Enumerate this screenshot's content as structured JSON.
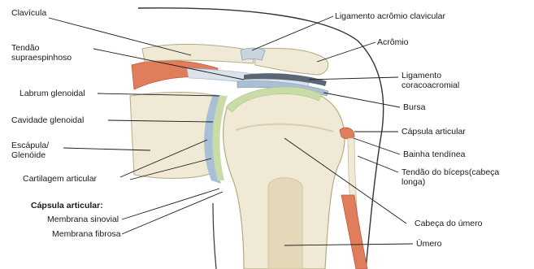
{
  "labels": {
    "clavicula": "Clavícula",
    "tendao_supra_1": "Tendão",
    "tendao_supra_2": "supraespinhoso",
    "labrum": "Labrum glenoidal",
    "cavidade": "Cavidade glenoidal",
    "escapula_1": "Escápula/",
    "escapula_2": "Glenóide",
    "cartilagem": "Cartilagem articular",
    "capsula_header": "Cápsula articular:",
    "membrana_sinovial": "Membrana sinovial",
    "membrana_fibrosa": "Membrana fibrosa",
    "lig_acromio_clavicular": "Ligamento acrômio clavicular",
    "acromio": "Acrômio",
    "lig_coraco_1": "Ligamento",
    "lig_coraco_2": "coracoacromial",
    "bursa": "Bursa",
    "capsula_articular": "Cápsula articular",
    "bainha": "Bainha tendínea",
    "tendao_biceps_1": "Tendão do bíceps(cabeça",
    "tendao_biceps_2": "longa)",
    "cabeca_umero": "Cabeça do úmero",
    "umero": "Úmero"
  },
  "colors": {
    "bone": "#efe9d6",
    "bone_shade": "#d9cfae",
    "marrow": "#e3d9b9",
    "cartilage": "#c9dca8",
    "capsule_blue": "#a9bfd6",
    "muscle": "#e07d5c",
    "ligament": "#c8d4e0",
    "leader": "#1a1a1a"
  }
}
